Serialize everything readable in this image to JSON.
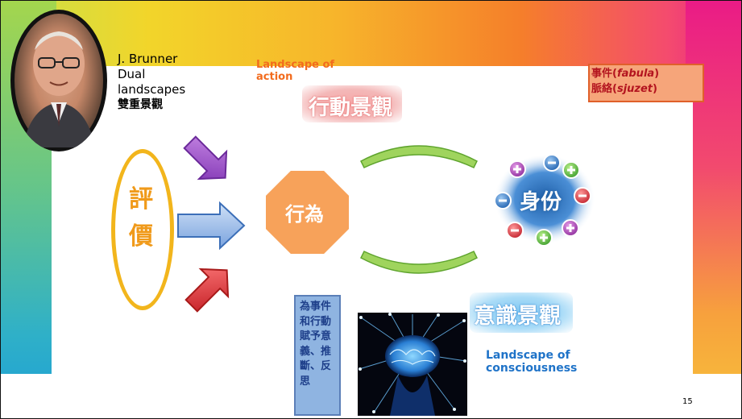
{
  "slide": {
    "page_number": "15",
    "author_block": {
      "name": "J. Brunner",
      "line2": "Dual",
      "line3": "landscapes",
      "line4": "雙重景觀"
    },
    "landscape_action": {
      "line1": "Landscape of",
      "line2": "action",
      "banner": "行動景觀"
    },
    "landscape_consciousness": {
      "line1": "Landscape of",
      "line2": "consciousness",
      "banner": "意識景觀"
    },
    "events_box": {
      "line1_prefix": "事件(",
      "line1_term": "fabula",
      "line1_suffix": ")",
      "line2_prefix": "脈絡(",
      "line2_term": "sjuzet",
      "line2_suffix": ")"
    },
    "evaluation": {
      "char1": "評",
      "char2": "價"
    },
    "behavior": "行為",
    "identity": "身份",
    "note_vertical": "為事件和行動賦予意義、推斷、反思"
  },
  "colors": {
    "orange_text": "#f26b1d",
    "blue_text": "#1f73c8",
    "gold_ring": "#f2b51c",
    "octagon_fill": "#f7a25a",
    "green_arc": "#7dc242",
    "purple_arrow": "#9b4bc6",
    "blue_arrow": "#6b9be0",
    "red_arrow": "#e0333a"
  },
  "icons": [
    "portrait-photo",
    "brain-image",
    "plus-sign",
    "minus-sign"
  ]
}
